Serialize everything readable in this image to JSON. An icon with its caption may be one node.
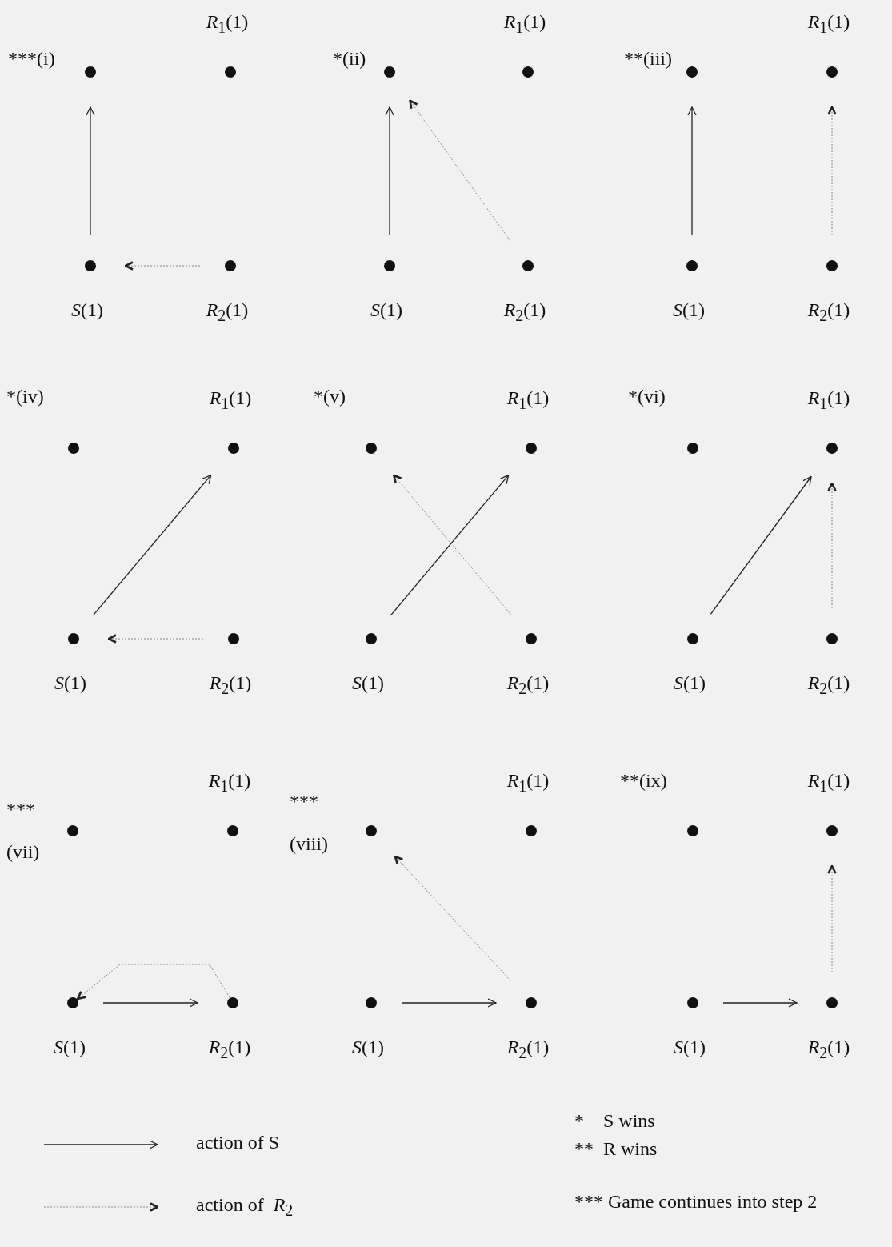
{
  "diagram": {
    "nodes": [
      {
        "text": [],
        "shape": "circle"
      },
      {
        "text": [],
        "shape": "circle",
        "beside": [
          "*R*$_{1}$(1)"
        ]
      },
      {
        "text": [],
        "shape": "circle",
        "beside": [
          "*S*(1)"
        ]
      },
      {
        "text": [],
        "shape": "circle",
        "beside": [
          "*R*$_{2}$(1)"
        ]
      },
      {
        "text": [],
        "shape": "circle"
      },
      {
        "text": [],
        "shape": "circle",
        "beside": [
          "*R*$_{1}$(1)"
        ]
      },
      {
        "text": [],
        "shape": "circle",
        "beside": [
          "*S*(1)"
        ]
      },
      {
        "text": [],
        "shape": "circle",
        "beside": [
          "*R*$_{2}$(1)"
        ]
      },
      {
        "text": [],
        "shape": "circle"
      },
      {
        "text": [],
        "shape": "circle",
        "beside": [
          "*R*$_{1}$(1)"
        ]
      },
      {
        "text": [],
        "shape": "circle",
        "beside": [
          "*S*(1)"
        ]
      },
      {
        "text": [],
        "shape": "circle",
        "beside": [
          "*R*$_{2}$(1)"
        ]
      },
      {
        "text": [],
        "shape": "circle"
      },
      {
        "text": [],
        "shape": "circle",
        "beside": [
          "*R*$_{1}$(1)"
        ]
      },
      {
        "text": [],
        "shape": "circle",
        "beside": [
          "*S*(1)"
        ]
      },
      {
        "text": [],
        "shape": "circle",
        "beside": [
          "*R*$_{2}$(1)"
        ]
      },
      {
        "text": [],
        "shape": "circle"
      },
      {
        "text": [],
        "shape": "circle",
        "beside": [
          "*R*$_{1}$(1)"
        ]
      },
      {
        "text": [],
        "shape": "circle",
        "beside": [
          "*S*(1)"
        ]
      },
      {
        "text": [],
        "shape": "circle",
        "beside": [
          "*R*$_{2}$(1)"
        ]
      },
      {
        "text": [],
        "shape": "circle"
      },
      {
        "text": [],
        "shape": "circle",
        "beside": [
          "*R*$_{1}$(1)"
        ]
      },
      {
        "text": [],
        "shape": "circle",
        "beside": [
          "*S*(1)"
        ]
      },
      {
        "text": [],
        "shape": "circle",
        "beside": [
          "*R*$_{2}$(1)"
        ]
      },
      {
        "text": [],
        "shape": "circle"
      },
      {
        "text": [],
        "shape": "circle",
        "beside": [
          "*R*$_{1}$(1)"
        ]
      },
      {
        "text": [],
        "shape": "circle",
        "beside": [
          "*S*(1)"
        ]
      },
      {
        "text": [],
        "shape": "circle",
        "beside": [
          "*R*$_{2}$(1)"
        ]
      },
      {
        "text": [],
        "shape": "circle"
      },
      {
        "text": [],
        "shape": "circle",
        "beside": [
          "*R*$_{1}$(1)"
        ]
      },
      {
        "text": [],
        "shape": "circle",
        "beside": [
          "*S*(1)"
        ]
      },
      {
        "text": [],
        "shape": "circle",
        "beside": [
          "*R*$_{2}$(1)"
        ]
      },
      {
        "text": [],
        "shape": "circle"
      },
      {
        "text": [],
        "shape": "circle",
        "beside": [
          "*R*$_{1}$(1)"
        ]
      },
      {
        "text": [],
        "shape": "circle",
        "beside": [
          "*S*(1)"
        ]
      },
      {
        "text": [],
        "shape": "circle",
        "beside": [
          "*R*$_{2}$(1)"
        ]
      }
    ],
    "edges": [
      {
        "from": 2,
        "to": 0,
        "arrow": "to"
      },
      {
        "from": 3,
        "to": 2,
        "arrow": "to",
        "style": "dashed",
        "color": "#888888"
      },
      {
        "from": 6,
        "to": 4,
        "arrow": "to"
      },
      {
        "from": 7,
        "to": 4,
        "arrow": "to",
        "style": "dashed",
        "color": "#888888"
      },
      {
        "from": 10,
        "to": 8,
        "arrow": "to"
      },
      {
        "from": 11,
        "to": 9,
        "arrow": "to",
        "style": "dashed",
        "color": "#888888"
      },
      {
        "from": 14,
        "to": 13,
        "arrow": "to"
      },
      {
        "from": 15,
        "to": 14,
        "arrow": "to",
        "style": "dashed",
        "color": "#888888"
      },
      {
        "from": 18,
        "to": 17,
        "arrow": "to"
      },
      {
        "from": 19,
        "to": 16,
        "arrow": "to",
        "style": "dashed",
        "color": "#888888"
      },
      {
        "from": 22,
        "to": 21,
        "arrow": "to"
      },
      {
        "from": 23,
        "to": 21,
        "arrow": "to",
        "style": "dashed",
        "color": "#888888"
      },
      {
        "from": 26,
        "to": 27,
        "arrow": "to"
      },
      {
        "from": 27,
        "to": 26,
        "arrow": "to",
        "style": "dashed",
        "color": "#888888"
      },
      {
        "from": 30,
        "to": 31,
        "arrow": "to"
      },
      {
        "from": 31,
        "to": 28,
        "arrow": "to",
        "style": "dashed",
        "color": "#888888"
      },
      {
        "from": 34,
        "to": 35,
        "arrow": "to"
      },
      {
        "from": 35,
        "to": 33,
        "arrow": "to",
        "style": "dashed",
        "color": "#888888"
      }
    ],
    "labels": [
      "***(i)",
      "*(ii)",
      "**(iii)",
      "*(iv)",
      "*(v)",
      "*(vi)",
      "*** (vii)",
      "*** (viii)",
      "**(ix)",
      "*    S wins",
      "**  R wins",
      "*** Game continues into step 2"
    ],
    "legend": [
      {
        "text": "action of S"
      },
      {
        "text": "action of  *R*$_{2}$"
      }
    ]
  }
}
